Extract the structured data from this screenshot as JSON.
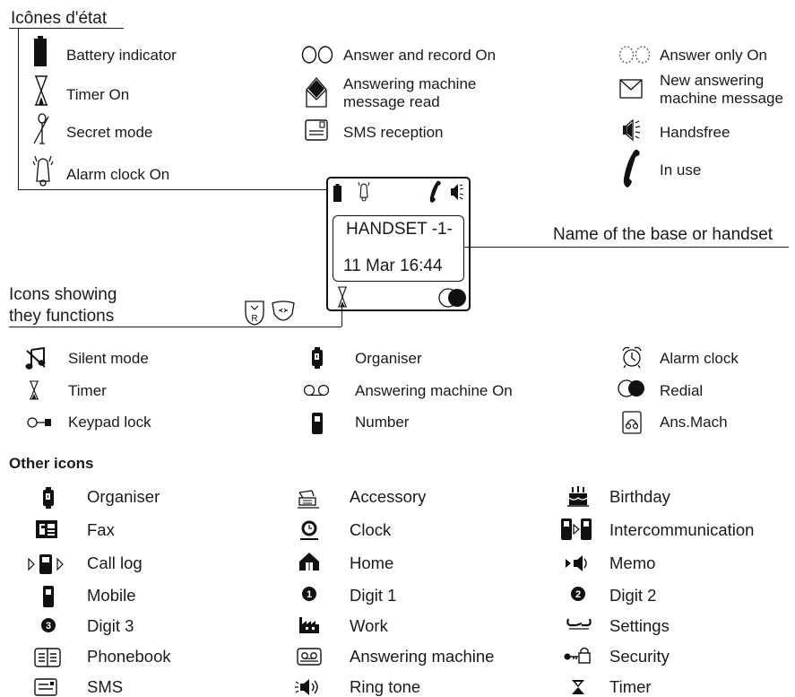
{
  "status": {
    "title": "Icônes d'état",
    "items": [
      "Battery indicator",
      "Timer On",
      "Secret mode",
      "Alarm clock On",
      "Answer and record On",
      "Answering machine\nmessage read",
      "SMS reception",
      "Answer only On",
      "New answering\nmachine message",
      "Handsfree",
      "In use"
    ]
  },
  "display": {
    "line1": "HANDSET -1-",
    "line2": "11 Mar  16:44",
    "name_label": "Name of the base or handset",
    "functions_label": "Icons showing\nthey functions"
  },
  "function_icons": [
    "Silent mode",
    "Timer",
    "Keypad lock",
    "Organiser",
    "Answering machine On",
    "Number",
    "Alarm clock",
    "Redial",
    "Ans.Mach"
  ],
  "other": {
    "title": "Other icons",
    "items": [
      "Organiser",
      "Fax",
      "Call log",
      "Mobile",
      "Digit 3",
      "Phonebook",
      "SMS",
      "Accessory",
      "Clock",
      "Home",
      "Digit 1",
      "Work",
      "Answering machine",
      "Ring tone",
      "Birthday",
      "Intercommunication",
      "Memo",
      "Digit 2",
      "Settings",
      "Security",
      "Timer"
    ]
  }
}
